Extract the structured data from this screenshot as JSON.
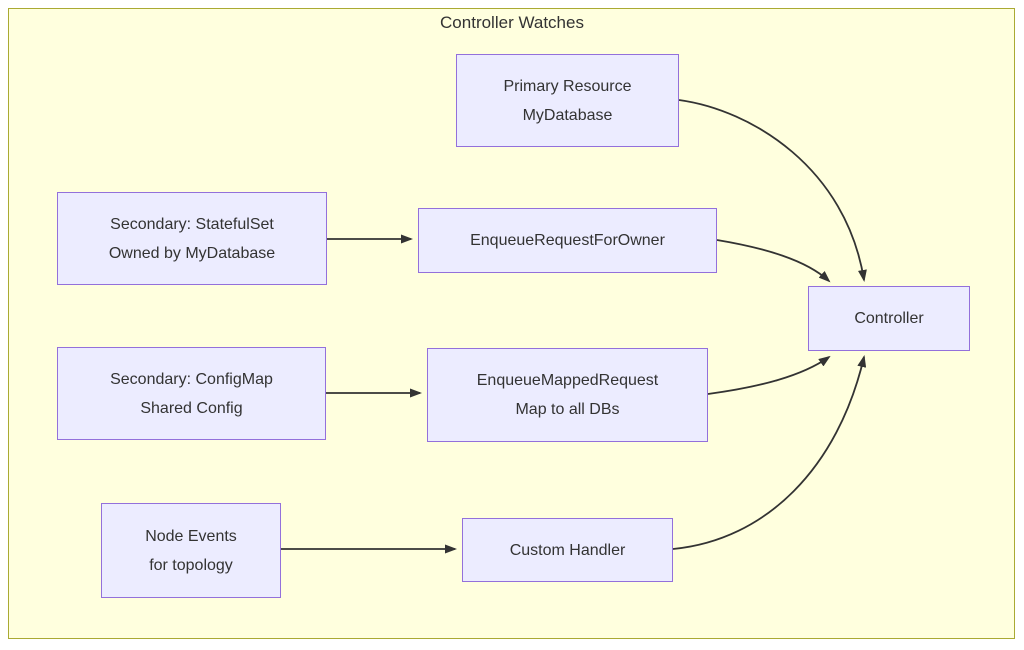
{
  "diagram": {
    "title": "Controller Watches",
    "type": "flowchart",
    "colors": {
      "frame_fill": "#ffffde",
      "frame_border": "#aaaa33",
      "node_fill": "#ececff",
      "node_border": "#9370db",
      "edge_color": "#333333",
      "text_color": "#333333"
    },
    "nodes": [
      {
        "id": "primary-resource",
        "lines": [
          "Primary Resource",
          "MyDatabase"
        ]
      },
      {
        "id": "secondary-statefulset",
        "lines": [
          "Secondary: StatefulSet",
          "Owned by MyDatabase"
        ]
      },
      {
        "id": "enqueue-request-for-owner",
        "lines": [
          "EnqueueRequestForOwner"
        ]
      },
      {
        "id": "secondary-configmap",
        "lines": [
          "Secondary: ConfigMap",
          "Shared Config"
        ]
      },
      {
        "id": "enqueue-mapped-request",
        "lines": [
          "EnqueueMappedRequest",
          "Map to all DBs"
        ]
      },
      {
        "id": "node-events",
        "lines": [
          "Node Events",
          "for topology"
        ]
      },
      {
        "id": "custom-handler",
        "lines": [
          "Custom Handler"
        ]
      },
      {
        "id": "controller",
        "lines": [
          "Controller"
        ]
      }
    ],
    "edges": [
      {
        "from": "primary-resource",
        "to": "controller"
      },
      {
        "from": "secondary-statefulset",
        "to": "enqueue-request-for-owner"
      },
      {
        "from": "enqueue-request-for-owner",
        "to": "controller"
      },
      {
        "from": "secondary-configmap",
        "to": "enqueue-mapped-request"
      },
      {
        "from": "enqueue-mapped-request",
        "to": "controller"
      },
      {
        "from": "node-events",
        "to": "custom-handler"
      },
      {
        "from": "custom-handler",
        "to": "controller"
      }
    ]
  }
}
